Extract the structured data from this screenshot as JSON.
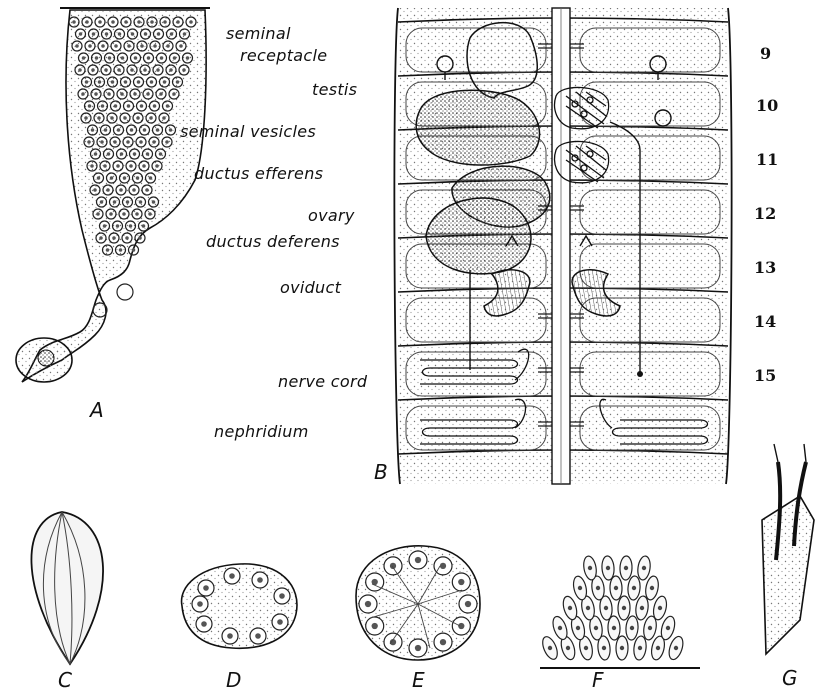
{
  "labels": {
    "seminal_receptacle": [
      "seminal",
      "receptacle"
    ],
    "testis": "testis",
    "seminal_vesicles": "seminal vesicles",
    "ductus_efferens": "ductus efferens",
    "ovary": "ovary",
    "ductus_deferens": "ductus deferens",
    "oviduct": "oviduct",
    "nerve_cord": "nerve cord",
    "nephridium": "nephridium"
  },
  "segments": [
    "9",
    "10",
    "11",
    "12",
    "13",
    "14",
    "15"
  ],
  "figures": [
    "A",
    "B",
    "C",
    "D",
    "E",
    "F",
    "G"
  ],
  "colors": {
    "ink": "#111111",
    "paper": "#ffffff",
    "stipple": "#9a9a9a"
  }
}
